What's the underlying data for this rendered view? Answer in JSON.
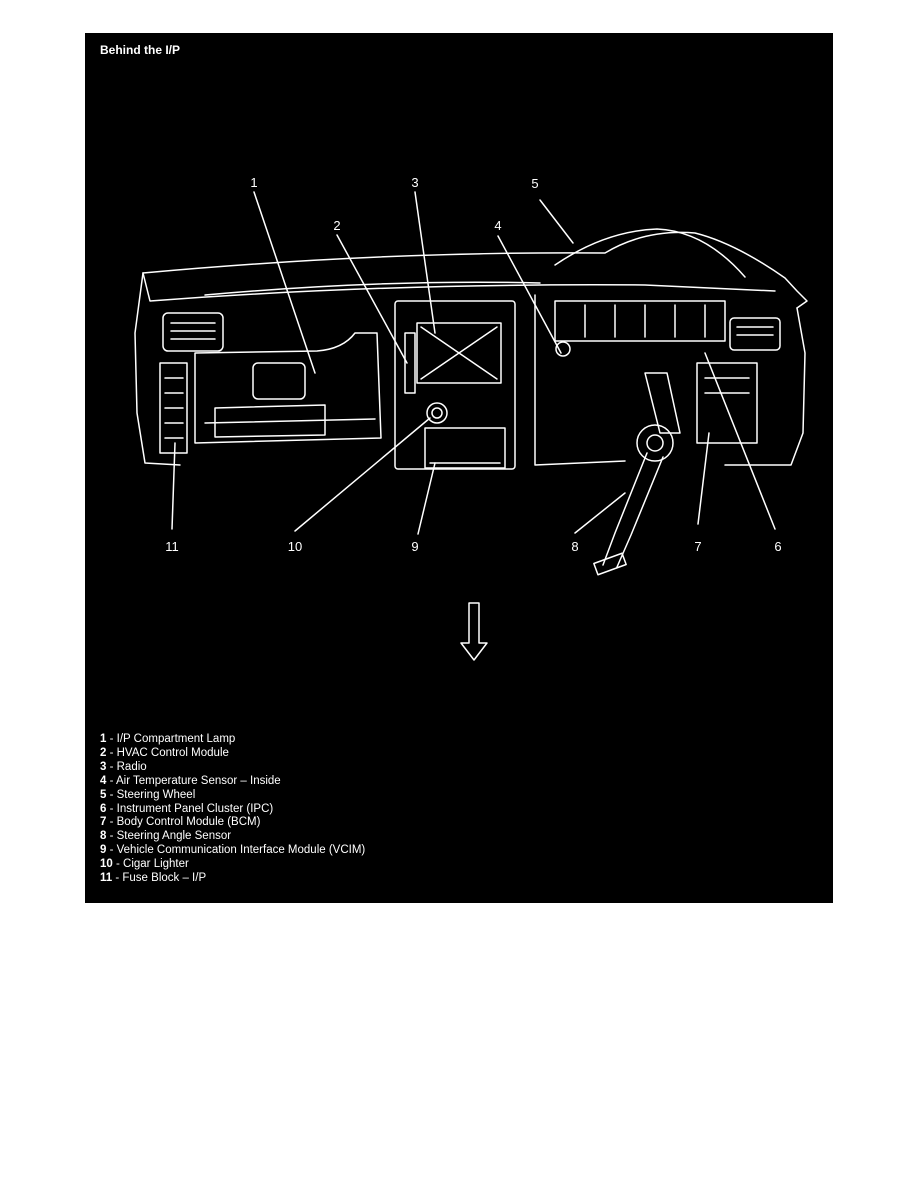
{
  "figure": {
    "title": "Behind the I/P",
    "callouts": [
      "1",
      "2",
      "3",
      "4",
      "5",
      "6",
      "7",
      "8",
      "9",
      "10",
      "11"
    ],
    "legend": [
      {
        "num": "1",
        "text": " - I/P Compartment Lamp"
      },
      {
        "num": "2",
        "text": " - HVAC Control Module"
      },
      {
        "num": "3",
        "text": " - Radio"
      },
      {
        "num": "4",
        "text": " - Air Temperature Sensor – Inside"
      },
      {
        "num": "5",
        "text": " - Steering Wheel"
      },
      {
        "num": "6",
        "text": " - Instrument Panel Cluster (IPC)"
      },
      {
        "num": "7",
        "text": " - Body Control Module (BCM)"
      },
      {
        "num": "8",
        "text": " - Steering Angle Sensor"
      },
      {
        "num": "9",
        "text": " - Vehicle Communication Interface Module (VCIM)"
      },
      {
        "num": "10",
        "text": " - Cigar Lighter"
      },
      {
        "num": "11",
        "text": " - Fuse Block – I/P"
      }
    ],
    "colors": {
      "background": "#000000",
      "line": "#ffffff"
    }
  }
}
